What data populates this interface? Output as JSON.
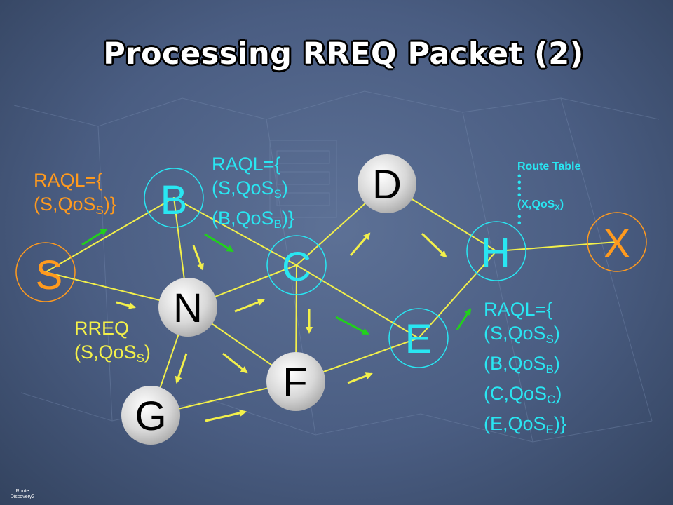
{
  "slide": {
    "title": "Processing RREQ Packet (2)",
    "footer_line1": "Route",
    "footer_line2": "Discovery2"
  },
  "nodes": {
    "S": "S",
    "B": "B",
    "N": "N",
    "C": "C",
    "D": "D",
    "E": "E",
    "F": "F",
    "G": "G",
    "H": "H",
    "X": "X"
  },
  "raql_s": {
    "line1": "RAQL={",
    "line2_pre": "(S,QoS",
    "line2_sub": "S",
    "line2_post": ")}"
  },
  "raql_b": {
    "line1": "RAQL={",
    "line2_pre": "(S,QoS",
    "line2_sub": "S",
    "line2_post": ")",
    "line3_pre": "(B,QoS",
    "line3_sub": "B",
    "line3_post": ")}"
  },
  "rreq": {
    "line1": "RREQ",
    "line2_pre": "(S,QoS",
    "line2_sub": "S",
    "line2_post": ")"
  },
  "raql_e": {
    "line1": "RAQL={",
    "line2_pre": "(S,QoS",
    "line2_sub": "S",
    "line2_post": ")",
    "line3_pre": "(B,QoS",
    "line3_sub": "B",
    "line3_post": ")",
    "line4_pre": "(C,QoS",
    "line4_sub": "C",
    "line4_post": ")",
    "line5_pre": "(E,QoS",
    "line5_sub": "E",
    "line5_post": ")}"
  },
  "route_table": {
    "title": "Route Table",
    "entry_pre": "(X,QoS",
    "entry_sub": "X",
    "entry_post": ")",
    "dot": "•"
  },
  "colors": {
    "cyan": "#29e6f2",
    "orange": "#ff9a1e",
    "yellow": "#f3f04a",
    "green": "#22d01c",
    "gray_node": "#d6d6d6"
  }
}
